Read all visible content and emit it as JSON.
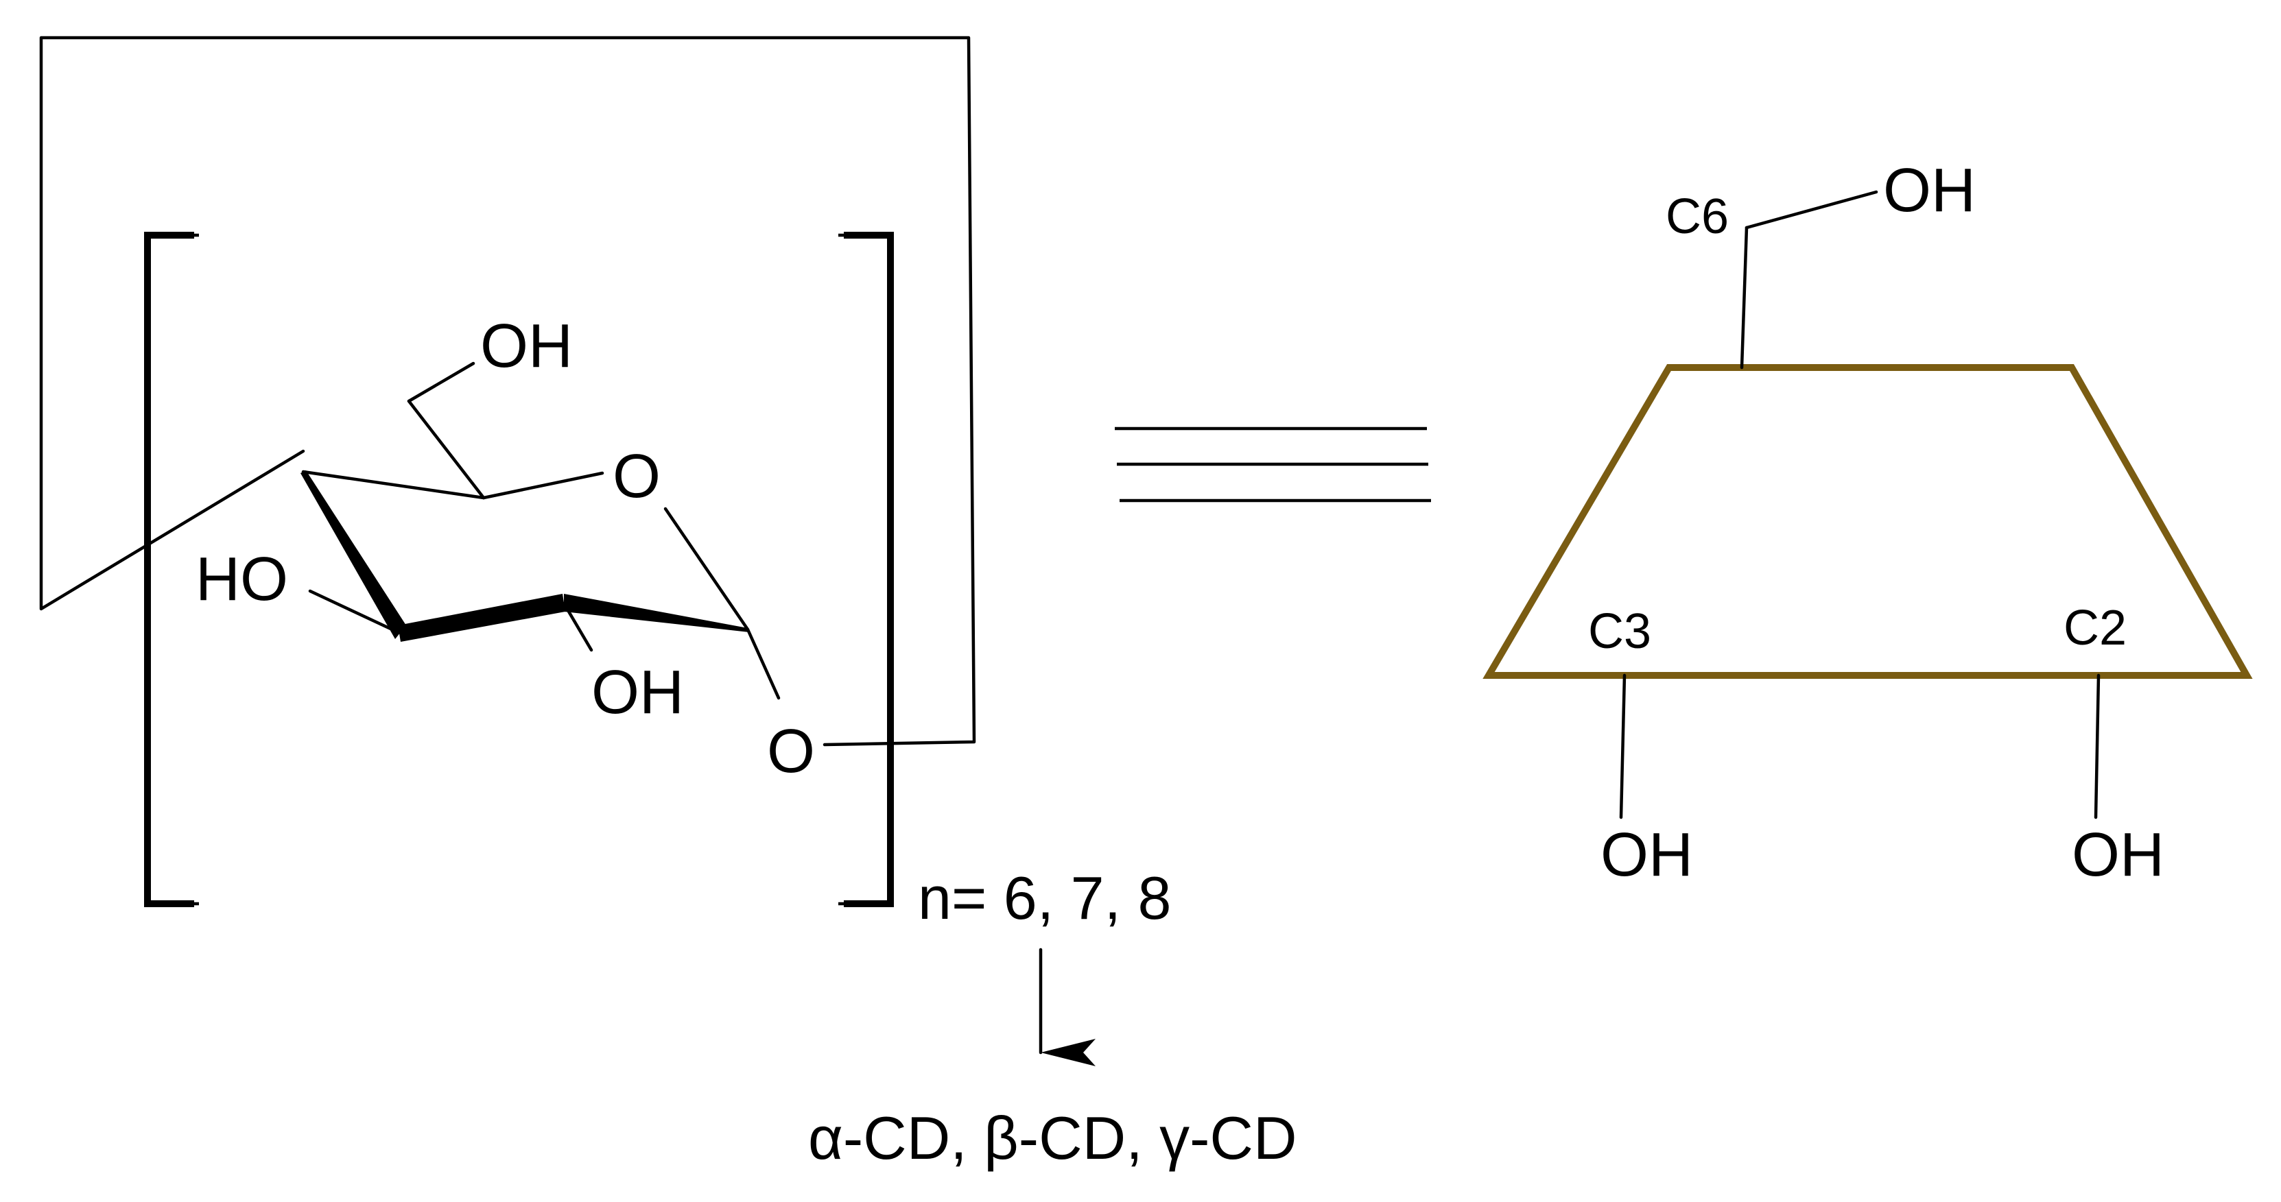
{
  "structure": {
    "ring_oxygen": "O",
    "glycosidic_oxygen": "O",
    "hydroxyl_c6": "OH",
    "hydroxyl_c3": "HO",
    "hydroxyl_c2": "OH",
    "repeat_label": "n= 6, 7, 8"
  },
  "result_label": "α-CD, β-CD, γ-CD",
  "torus": {
    "outline_color": "#7a5c12",
    "top_carbon": "C6",
    "top_hydroxyl": "OH",
    "left_carbon": "C3",
    "left_hydroxyl": "OH",
    "right_carbon": "C2",
    "right_hydroxyl": "OH"
  }
}
